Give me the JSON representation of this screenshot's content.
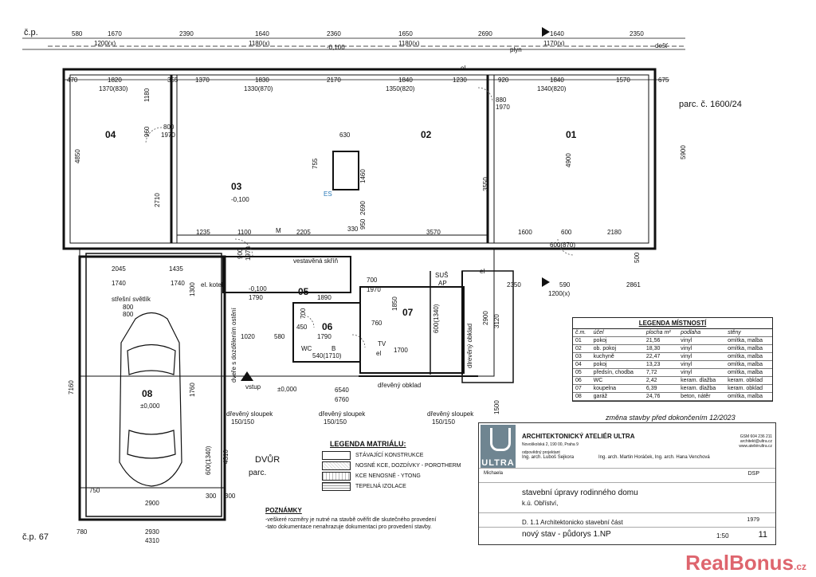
{
  "header": {
    "cp_top": "č.p.",
    "cp_bottom": "č.p. 67",
    "parcel": "parc. č. 1600/24",
    "yard": "DVŮR",
    "yard_parcel": "parc."
  },
  "dimensions": {
    "top_row": [
      "580",
      "1670",
      "2390",
      "1640",
      "2360",
      "1650",
      "2690",
      "1640",
      "2350"
    ],
    "window_row": [
      "1200(x)",
      "1180(x)",
      "-0,100",
      "1180(x)",
      "1170(x)"
    ],
    "inner_row": [
      "470",
      "1820",
      "355",
      "1370",
      "1830",
      "2170",
      "1840",
      "1230",
      "920",
      "1840",
      "1570",
      "675"
    ],
    "inner_sub": [
      "1370(830)",
      "1330(870)",
      "1350(820)",
      "1340(820)"
    ],
    "right_side": "5900",
    "misc": [
      "4850",
      "2710",
      "960",
      "800",
      "1970",
      "1180",
      "755",
      "1460",
      "2690",
      "630",
      "3550",
      "4900",
      "880",
      "1970",
      "1235",
      "1100",
      "2205",
      "330",
      "950",
      "3570",
      "1600",
      "600",
      "2180",
      "600(870)",
      "500",
      "2045",
      "1435",
      "1740",
      "1740",
      "900",
      "1970",
      "1790",
      "1890",
      "700",
      "1970",
      "2350",
      "590",
      "2861",
      "1200(x)",
      "1300",
      "1020",
      "580",
      "450",
      "700",
      "1790",
      "540(1710)",
      "760",
      "1850",
      "1700",
      "2900",
      "3120",
      "600(1340)",
      "6540",
      "6760",
      "1500",
      "7160",
      "1760",
      "4310",
      "600(1340)",
      "2900",
      "750",
      "2930",
      "4310",
      "780",
      "300",
      "300"
    ]
  },
  "labels": {
    "floor_levels": [
      "-0,100",
      "-0,100",
      "±0,000",
      "±0,000"
    ],
    "util": [
      "el",
      "plyn",
      "dešť",
      "M",
      "ES",
      "SUŠ",
      "AP",
      "el",
      "TV",
      "el"
    ],
    "skylight": "střešní světlík",
    "skylight_dims": [
      "800",
      "800"
    ],
    "closet": "vestavěná skříň",
    "elcotel": "el. kotel",
    "tile_front": "dlrevěný obklad",
    "tile_side": "dřevěný obklad",
    "entrance": "vstup",
    "door_note": "dveře s dozdělením ostění",
    "posts": [
      "dřevěný sloupek",
      "dřevěný sloupek",
      "dřevěný sloupek"
    ],
    "post_dims": [
      "150/150",
      "150/150",
      "150/150"
    ],
    "wc": "WC",
    "b": "B"
  },
  "rooms": [
    {
      "num": "04"
    },
    {
      "num": "02"
    },
    {
      "num": "01"
    },
    {
      "num": "03"
    },
    {
      "num": "05"
    },
    {
      "num": "06"
    },
    {
      "num": "07"
    },
    {
      "num": "08"
    }
  ],
  "room_legend": {
    "title": "LEGENDA MÍSTNOSTÍ",
    "headers": [
      "č.m.",
      "účel",
      "plocha m²",
      "podlaha",
      "stěny"
    ],
    "rows": [
      [
        "01",
        "pokoj",
        "21,56",
        "vinyl",
        "omítka, malba"
      ],
      [
        "02",
        "ob. pokoj",
        "18,30",
        "vinyl",
        "omítka, malba"
      ],
      [
        "03",
        "kuchyně",
        "22,47",
        "vinyl",
        "omítka, malba"
      ],
      [
        "04",
        "pokoj",
        "13,23",
        "vinyl",
        "omítka, malba"
      ],
      [
        "05",
        "předsín, chodba",
        "7,72",
        "vinyl",
        "omítka, malba"
      ],
      [
        "06",
        "WC",
        "2,42",
        "keram. dlažba",
        "keram. obklad"
      ],
      [
        "07",
        "koupelna",
        "6,39",
        "keram. dlažba",
        "keram. obklad"
      ],
      [
        "08",
        "garáž",
        "24,76",
        "beton, nátěr",
        "omítka, malba"
      ]
    ]
  },
  "change_note": "změna stavby před dokončením 12/2023",
  "material_legend": {
    "title": "LEGENDA MATRIÁLU:",
    "items": [
      "STÁVAJÍCÍ KONSTRUKCE",
      "NOSNÉ KCE, DOZDÍVKY - POROTHERM",
      "KCE NENOSNÉ - YTONG",
      "TEPELNÁ IZOLACE"
    ]
  },
  "notes": {
    "title": "POZNÁMKY",
    "lines": [
      "-veškeré rozměry je nutné na stavbě ověřit dle skutečného provedení",
      "-tato dokumentace nenahrazuje dokumentaci pro provedení stavby."
    ]
  },
  "title_block": {
    "logo": "ULTRA",
    "studio": "ARCHITEKTONICKÝ ATELIÉR ULTRA",
    "address": "Novoškolská 2, 190 00, Praha 9",
    "contact": [
      "GSM 604 236 211",
      "architekt@ultra.cz",
      "www.ateliérultra.cz"
    ],
    "author_label": "odpovědný projektant",
    "author": "Ing. arch. Luboš Sejkora",
    "author2": "Ing. arch. Martin Horáček, Ing. arch. Hana Venchová",
    "investor": "Michaela",
    "stage": "DSP",
    "project": "stavební úpravy rodinného domu",
    "place": "k.ú. Obříství,",
    "part": "D. 1.1 Architektonicko stavební část",
    "year": "1979",
    "drawing": "nový stav - půdorys 1.NP",
    "scale": "1:50",
    "number": "11"
  },
  "watermark": {
    "main": "RealBonus",
    "suffix": ".cz"
  }
}
